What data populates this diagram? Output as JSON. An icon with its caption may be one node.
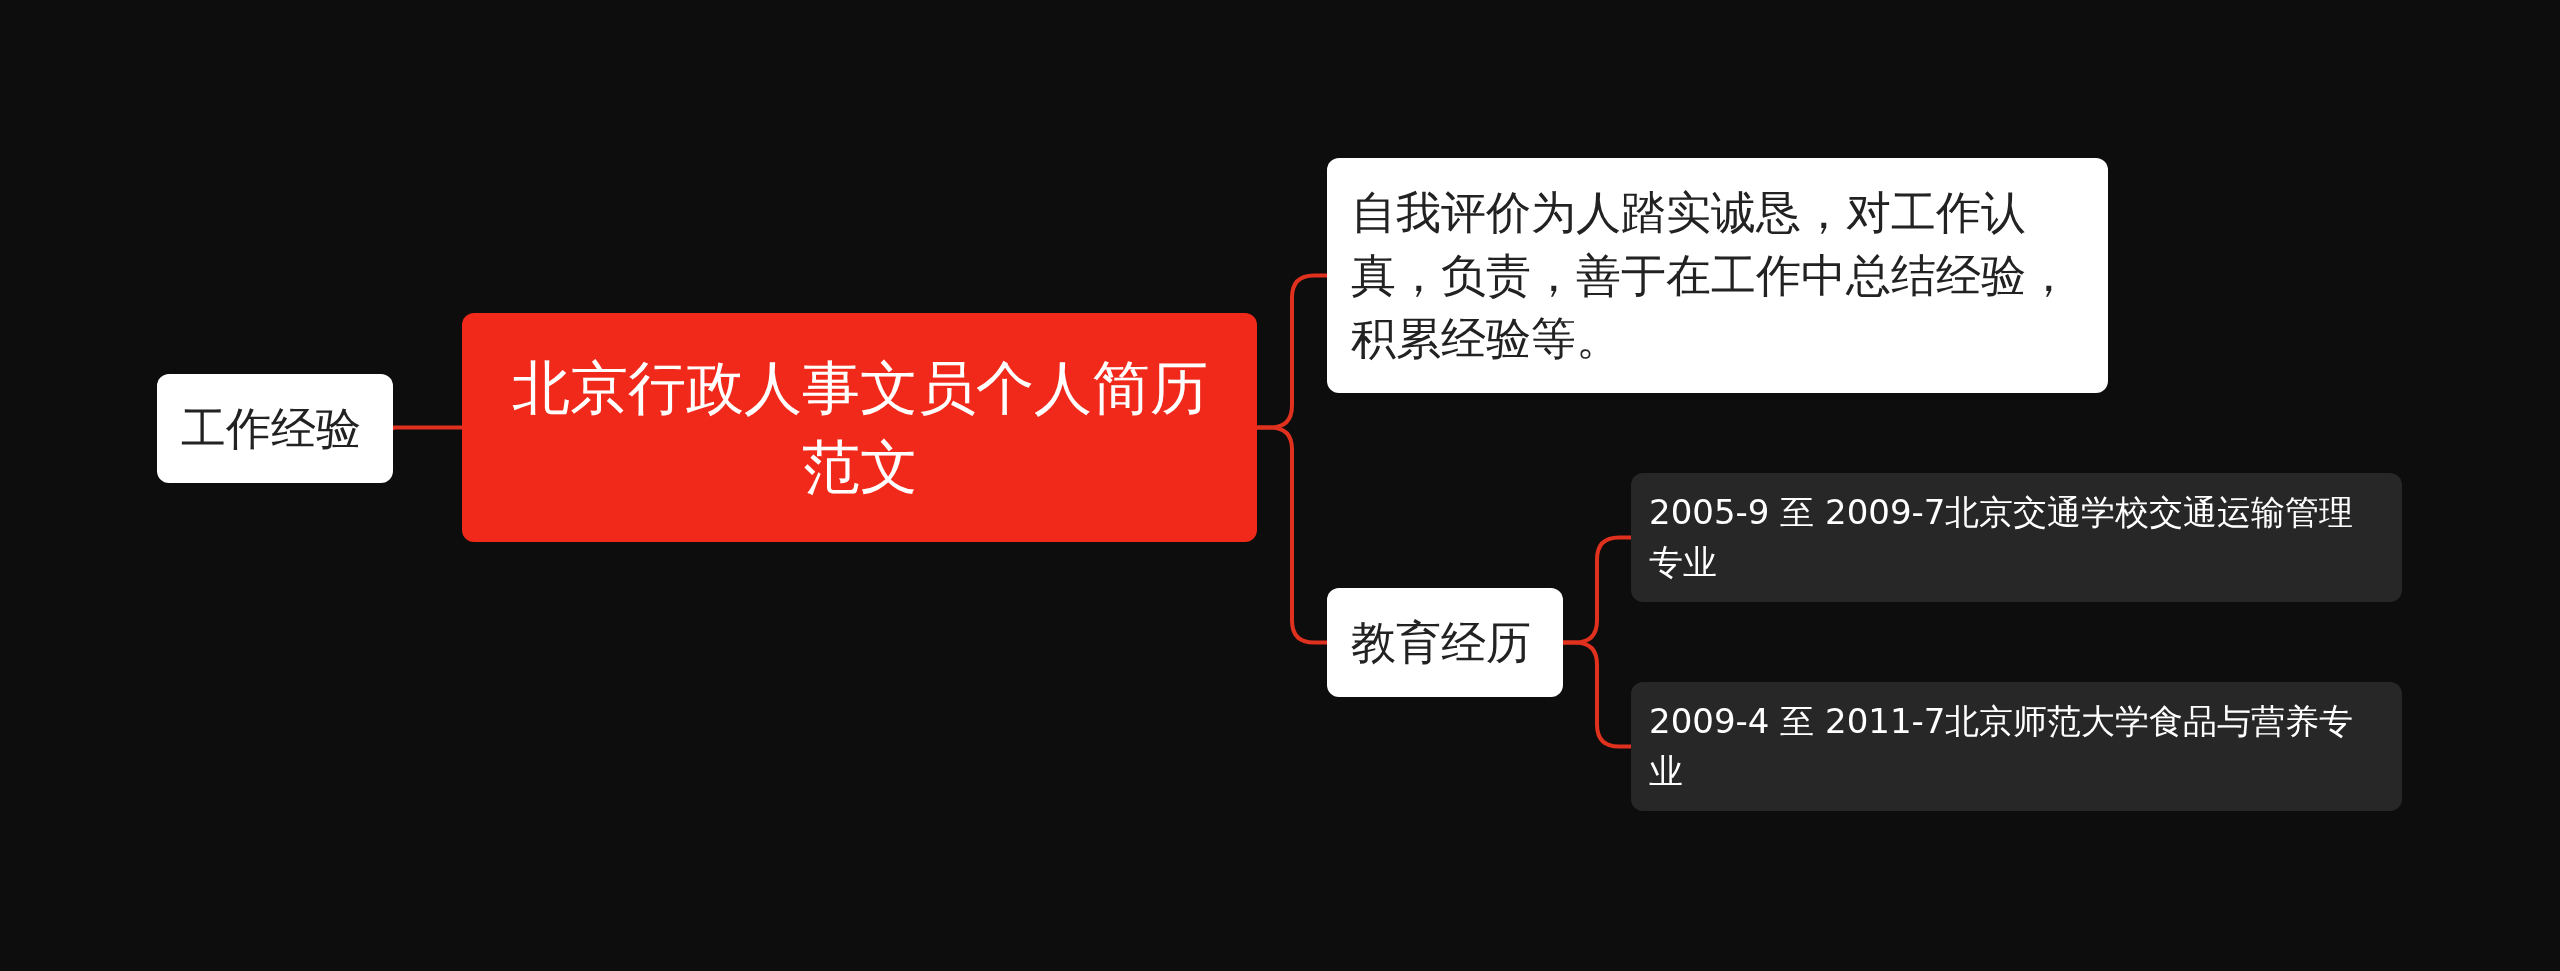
{
  "diagram": {
    "nodes": [
      {
        "text": [
          "北京行政人事文员个人简历范文"
        ]
      },
      {
        "text": [
          "工作经验"
        ]
      },
      {
        "text": [
          "自我评价为人踏实诚恳，对工作认真，负责，善于在工作中总结经验，积累经验等。"
        ]
      },
      {
        "text": [
          "教育经历"
        ]
      },
      {
        "text": [
          "2005-9 至 2009-7北京交通学校交通运输管理专业"
        ]
      },
      {
        "text": [
          "2009-4 至 2011-7北京师范大学食品与营养专业"
        ]
      }
    ],
    "edges": [
      {
        "from": 0,
        "to": 1,
        "arrow": "none"
      },
      {
        "from": 0,
        "to": 2,
        "arrow": "none"
      },
      {
        "from": 0,
        "to": 3,
        "arrow": "none"
      },
      {
        "from": 3,
        "to": 4,
        "arrow": "none"
      },
      {
        "from": 3,
        "to": 5,
        "arrow": "none"
      }
    ]
  }
}
